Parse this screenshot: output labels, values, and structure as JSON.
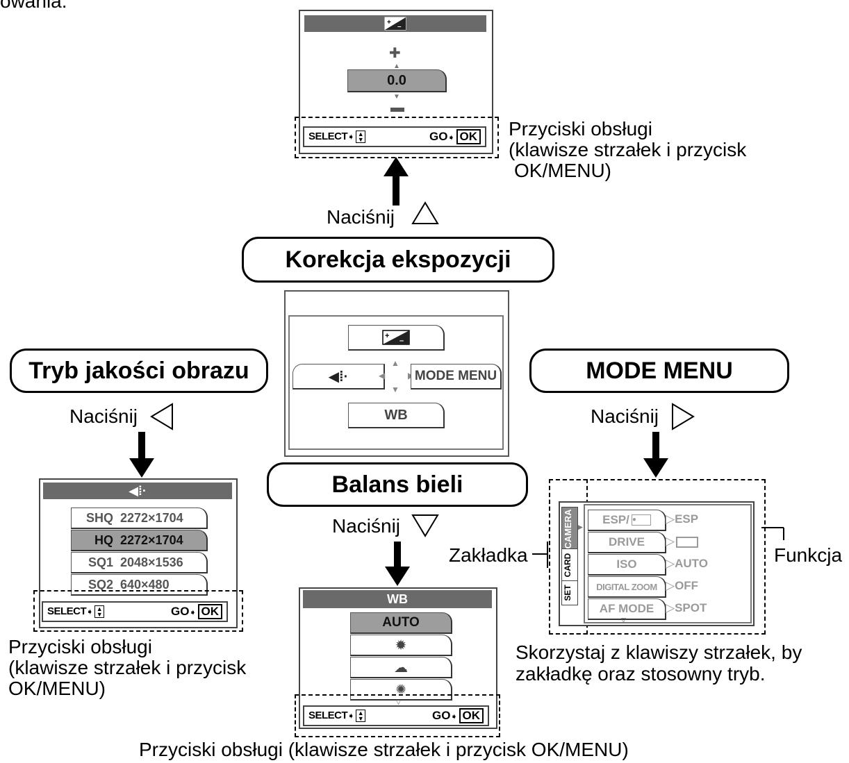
{
  "top_partial_text": "owania:",
  "exposure_screen": {
    "value": "0.0",
    "footer": {
      "select": "SELECT",
      "go": "GO",
      "ok": "OK"
    }
  },
  "annot_buttons_top": [
    "Przyciski obsługi",
    "(klawisze strzałek i przycisk",
    "OK/MENU)"
  ],
  "press_up": "Naciśnij",
  "label_exposure": "Korekcja ekspozycji",
  "center_menu": {
    "right": "MODE MENU",
    "bottom": "WB"
  },
  "label_quality": "Tryb jakości obrazu",
  "press_left": "Naciśnij",
  "label_mode_menu": "MODE MENU",
  "press_right": "Naciśnij",
  "label_wb": "Balans bieli",
  "press_down": "Naciśnij",
  "quality_screen": {
    "options": [
      {
        "mode": "SHQ",
        "res": "2272×1704"
      },
      {
        "mode": "HQ",
        "res": "2272×1704"
      },
      {
        "mode": "SQ1",
        "res": "2048×1536"
      },
      {
        "mode": "SQ2",
        "res": "640×480"
      }
    ],
    "footer": {
      "select": "SELECT",
      "go": "GO",
      "ok": "OK"
    }
  },
  "annot_buttons_left": [
    "Przyciski obsługi",
    "(klawisze strzałek i przycisk",
    "OK/MENU)"
  ],
  "wb_screen": {
    "title": "WB",
    "options": [
      "AUTO"
    ],
    "footer": {
      "select": "SELECT",
      "go": "GO",
      "ok": "OK"
    }
  },
  "mode_menu_screen": {
    "tabs": [
      "CAMERA",
      "CARD",
      "SET"
    ],
    "rows": [
      {
        "name": "ESP/",
        "value": "ESP"
      },
      {
        "name": "DRIVE",
        "value": ""
      },
      {
        "name": "ISO",
        "value": "AUTO"
      },
      {
        "name": "DIGITAL ZOOM",
        "value": "OFF"
      },
      {
        "name": "AF MODE",
        "value": "SPOT"
      }
    ]
  },
  "label_tab": "Zakładka",
  "label_function": "Funkcja",
  "annot_mode_menu": [
    "Skorzystaj z klawiszy strzałek, by",
    "zakładkę oraz stosowny tryb."
  ],
  "annot_buttons_bottom": "Przyciski obsługi (klawisze strzałek i przycisk OK/MENU)",
  "colors": {
    "title_bar": "#6a6a6a",
    "selected": "#9d9d9d",
    "inactive_text": "#9a9a9a"
  }
}
